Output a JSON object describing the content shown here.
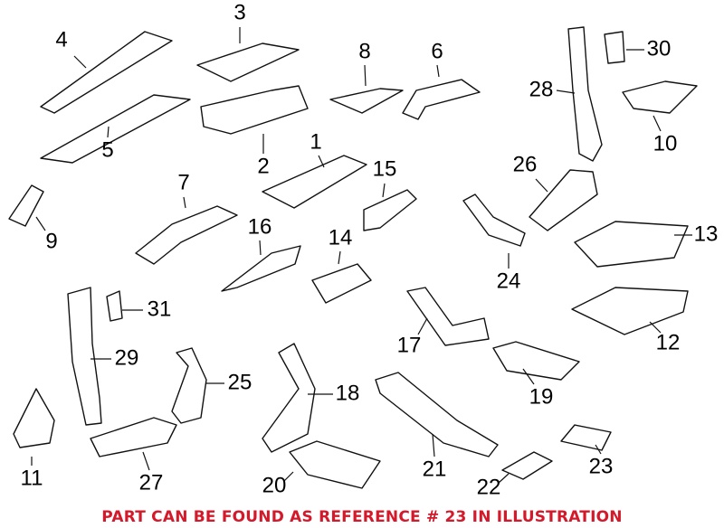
{
  "diagram": {
    "type": "exploded parts diagram",
    "callouts": [
      "1",
      "2",
      "3",
      "4",
      "5",
      "6",
      "7",
      "8",
      "9",
      "10",
      "11",
      "12",
      "13",
      "14",
      "15",
      "16",
      "17",
      "18",
      "19",
      "20",
      "21",
      "22",
      "23",
      "24",
      "25",
      "26",
      "27",
      "28",
      "29",
      "30",
      "31"
    ]
  },
  "notice": {
    "text": "PART CAN BE FOUND AS REFERENCE # 23 IN ILLUSTRATION",
    "color": "#d4192a"
  }
}
